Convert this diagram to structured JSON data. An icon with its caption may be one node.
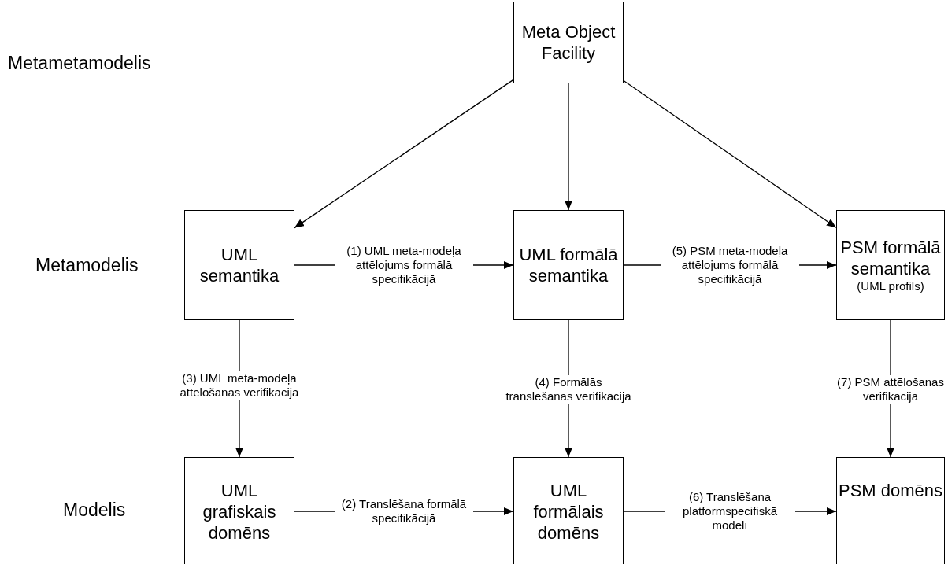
{
  "diagram": {
    "nodes": [
      {
        "text": [
          "Meta Object Facility"
        ]
      },
      {
        "text": [
          "UML semantika"
        ]
      },
      {
        "text": [
          "UML formālā semantika"
        ]
      },
      {
        "text": [
          "PSM formālā semantika",
          "(UML profils)"
        ]
      },
      {
        "text": [
          "UML grafiskais domēns"
        ]
      },
      {
        "text": [
          "UML formālais domēns"
        ]
      },
      {
        "text": [
          "PSM domēns"
        ]
      }
    ],
    "edges": [
      {
        "from": 0,
        "to": 1,
        "arrow": "to"
      },
      {
        "from": 0,
        "to": 2,
        "arrow": "to"
      },
      {
        "from": 0,
        "to": 3,
        "arrow": "to"
      },
      {
        "from": 1,
        "to": 2,
        "arrow": "to",
        "label": "(1) UML meta-modeļa attēlojums formālā specifikācijā"
      },
      {
        "from": 2,
        "to": 3,
        "arrow": "to",
        "label": "(5) PSM meta-modeļa attēlojums formālā specifikācijā"
      },
      {
        "from": 1,
        "to": 4,
        "arrow": "to",
        "label": "(3) UML meta-modeļa attēlošanas verifikācija"
      },
      {
        "from": 2,
        "to": 5,
        "arrow": "to",
        "label": "(4) Formālās translēšanas verifikācija"
      },
      {
        "from": 3,
        "to": 6,
        "arrow": "to",
        "label": "(7) PSM attēlošanas verifikācija"
      },
      {
        "from": 4,
        "to": 5,
        "arrow": "to",
        "label": "(2) Translēšana formālā specifikācijā"
      },
      {
        "from": 5,
        "to": 6,
        "arrow": "to",
        "label": "(6) Translēšana platformspecifiskā modelī"
      }
    ],
    "labels": [
      "Metametamodelis",
      "Metamodelis",
      "Modelis"
    ]
  }
}
